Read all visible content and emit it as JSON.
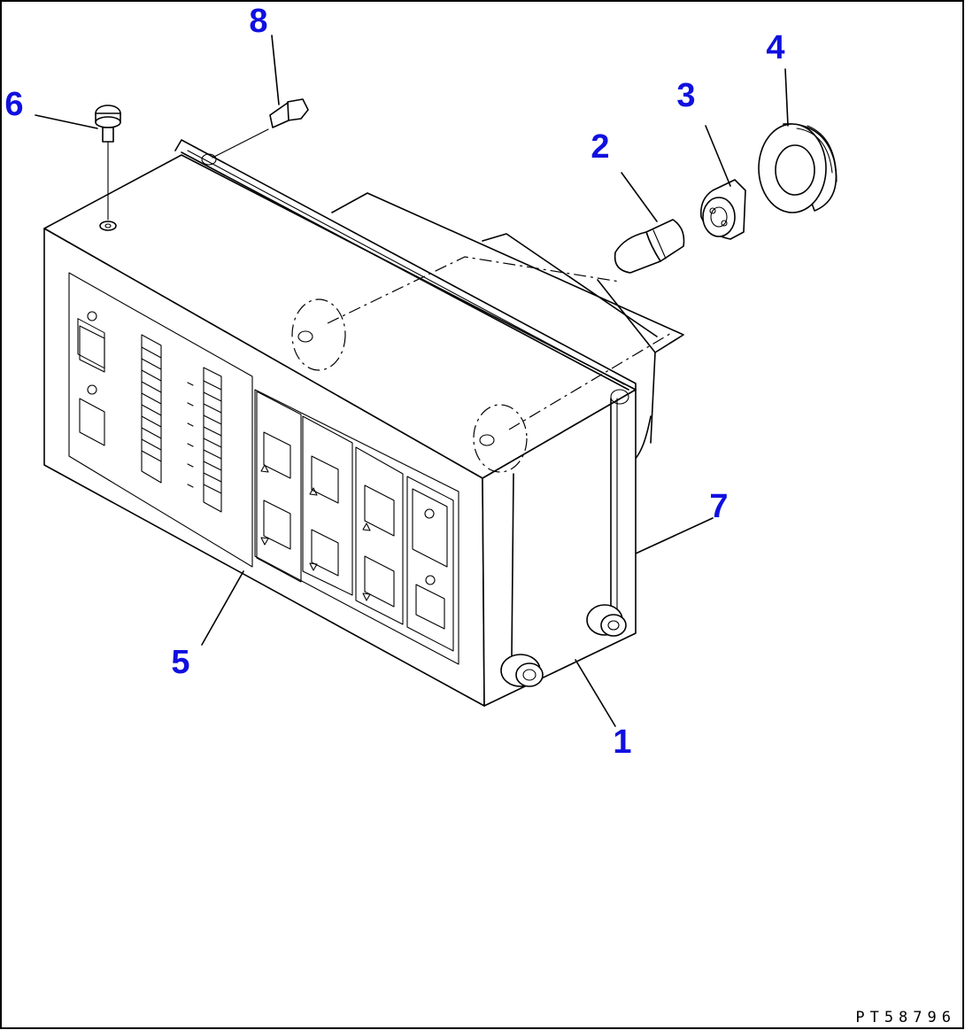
{
  "callouts": [
    {
      "id": "1",
      "label": "1"
    },
    {
      "id": "2",
      "label": "2"
    },
    {
      "id": "3",
      "label": "3"
    },
    {
      "id": "4",
      "label": "4"
    },
    {
      "id": "5",
      "label": "5"
    },
    {
      "id": "6",
      "label": "6"
    },
    {
      "id": "7",
      "label": "7"
    },
    {
      "id": "8",
      "label": "8"
    }
  ],
  "drawing_number": "PT58796",
  "colors": {
    "callout": "#1010e0",
    "line": "#000000",
    "background": "#ffffff"
  }
}
